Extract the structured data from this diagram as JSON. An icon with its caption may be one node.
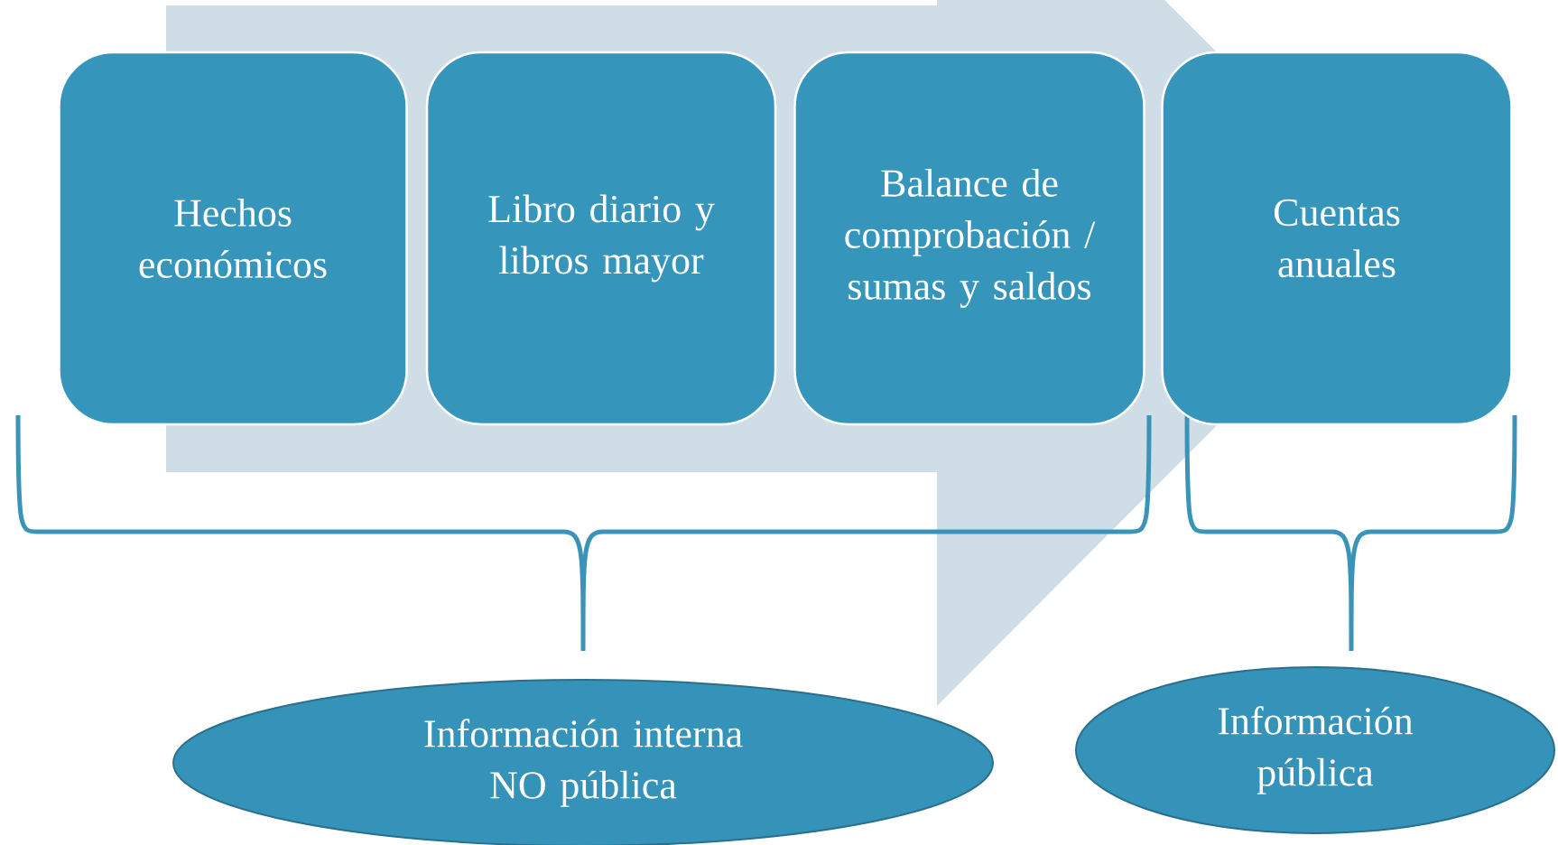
{
  "diagram": {
    "nodes": [
      {
        "text": [
          "Hechos económicos"
        ]
      },
      {
        "text": [
          "Libro diario y libros mayor"
        ]
      },
      {
        "text": [
          "Balance de comprobación / sumas y saldos"
        ]
      },
      {
        "text": [
          "Cuentas anuales"
        ]
      },
      {
        "text": [
          "Información interna NO pública"
        ]
      },
      {
        "text": [
          "Información pública"
        ]
      }
    ],
    "edges": [
      {
        "from": 0,
        "to": 3,
        "arrow": "to"
      }
    ]
  }
}
